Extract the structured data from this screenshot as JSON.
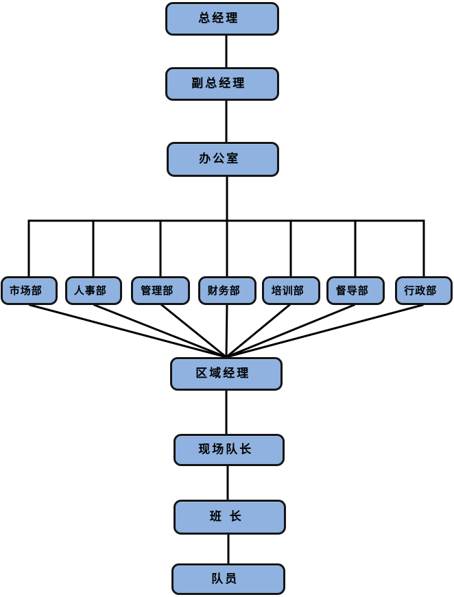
{
  "chart": {
    "type": "org-chart",
    "title": "",
    "style": {
      "node_fill": "#8FB2E0",
      "node_border": "#141414",
      "line_color": "#000000",
      "background": "#ffffff"
    },
    "return_mark": "↵",
    "nodes": {
      "general_manager": {
        "label": "总经理"
      },
      "deputy_general_manager": {
        "label": "副总经理"
      },
      "office": {
        "label": "办公室"
      },
      "marketing_dept": {
        "label": "市场部"
      },
      "hr_dept": {
        "label": "人事部"
      },
      "management_dept": {
        "label": "管理部"
      },
      "finance_dept": {
        "label": "财务部"
      },
      "training_dept": {
        "label": "培训部"
      },
      "supervision_dept": {
        "label": "督导部"
      },
      "admin_dept": {
        "label": "行政部"
      },
      "regional_manager": {
        "label": "区域经理"
      },
      "site_captain": {
        "label": "现场队长"
      },
      "squad_leader": {
        "label": "班  长"
      },
      "team_member": {
        "label": "队员"
      }
    },
    "edges": [
      [
        "general_manager",
        "deputy_general_manager"
      ],
      [
        "deputy_general_manager",
        "office"
      ],
      [
        "office",
        "marketing_dept"
      ],
      [
        "office",
        "hr_dept"
      ],
      [
        "office",
        "management_dept"
      ],
      [
        "office",
        "finance_dept"
      ],
      [
        "office",
        "training_dept"
      ],
      [
        "office",
        "supervision_dept"
      ],
      [
        "office",
        "admin_dept"
      ],
      [
        "marketing_dept",
        "regional_manager"
      ],
      [
        "hr_dept",
        "regional_manager"
      ],
      [
        "management_dept",
        "regional_manager"
      ],
      [
        "finance_dept",
        "regional_manager"
      ],
      [
        "training_dept",
        "regional_manager"
      ],
      [
        "supervision_dept",
        "regional_manager"
      ],
      [
        "admin_dept",
        "regional_manager"
      ],
      [
        "regional_manager",
        "site_captain"
      ],
      [
        "site_captain",
        "squad_leader"
      ],
      [
        "squad_leader",
        "team_member"
      ]
    ]
  }
}
